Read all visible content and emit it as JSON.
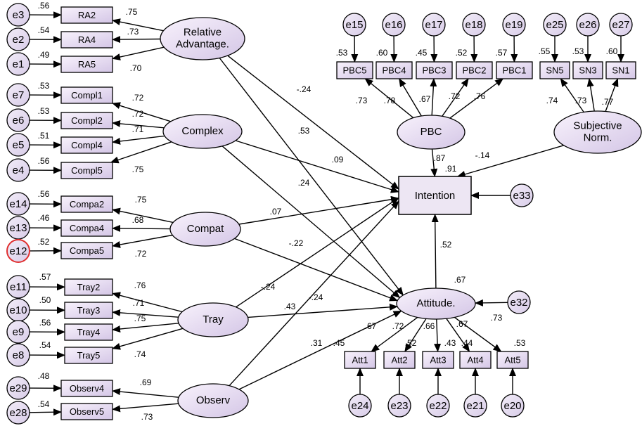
{
  "colors": {
    "background": "#ffffff",
    "stroke": "#000000",
    "node_fill_light": "#f6eefa",
    "node_fill_dark": "#d8cbe8",
    "error_fill": "#e6dcf0",
    "highlight_error_stroke": "#e03030"
  },
  "errors": {
    "e1": "e1",
    "e2": "e2",
    "e3": "e3",
    "e4": "e4",
    "e5": "e5",
    "e6": "e6",
    "e7": "e7",
    "e8": "e8",
    "e9": "e9",
    "e10": "e10",
    "e11": "e11",
    "e12": "e12",
    "e13": "e13",
    "e14": "e14",
    "e15": "e15",
    "e16": "e16",
    "e17": "e17",
    "e18": "e18",
    "e19": "e19",
    "e20": "e20",
    "e21": "e21",
    "e22": "e22",
    "e23": "e23",
    "e24": "e24",
    "e25": "e25",
    "e26": "e26",
    "e27": "e27",
    "e28": "e28",
    "e29": "e29",
    "e32": "e32",
    "e33": "e33"
  },
  "indicators": {
    "RA2": "RA2",
    "RA4": "RA4",
    "RA5": "RA5",
    "Compl1": "Compl1",
    "Compl2": "Compl2",
    "Compl4": "Compl4",
    "Compl5": "Compl5",
    "Compa2": "Compa2",
    "Compa4": "Compa4",
    "Compa5": "Compa5",
    "Tray2": "Tray2",
    "Tray3": "Tray3",
    "Tray4": "Tray4",
    "Tray5": "Tray5",
    "Observ4": "Observ4",
    "Observ5": "Observ5",
    "PBC5": "PBC5",
    "PBC4": "PBC4",
    "PBC3": "PBC3",
    "PBC2": "PBC2",
    "PBC1": "PBC1",
    "SN5": "SN5",
    "SN3": "SN3",
    "SN1": "SN1",
    "Att1": "Att1",
    "Att2": "Att2",
    "Att3": "Att3",
    "Att4": "Att4",
    "Att5": "Att5",
    "Intention": "Intention"
  },
  "latents": {
    "RelAdv": [
      "Relative",
      "Advantage."
    ],
    "Complex": [
      "Complex"
    ],
    "Compat": [
      "Compat"
    ],
    "Tray": [
      "Tray"
    ],
    "Observ": [
      "Observ"
    ],
    "PBC": [
      "PBC"
    ],
    "SubjNorm": [
      "Subjective",
      "Norm."
    ],
    "Attitude": [
      "Attitude."
    ]
  },
  "coefficients": {
    "r2_RA2": ".56",
    "r2_RA4": ".54",
    "r2_RA5": ".49",
    "l_RA2": ".75",
    "l_RA4": ".73",
    "l_RA5": ".70",
    "r2_Compl1": ".53",
    "r2_Compl2": ".53",
    "r2_Compl4": ".51",
    "r2_Compl5": ".56",
    "l_Compl1": ".72",
    "l_Compl2": ".72",
    "l_Compl4": ".71",
    "l_Compl5": ".75",
    "r2_Compa2": ".56",
    "r2_Compa4": ".46",
    "r2_Compa5": ".52",
    "l_Compa2": ".75",
    "l_Compa4": ".68",
    "l_Compa5": ".72",
    "r2_Tray2": ".57",
    "r2_Tray3": ".50",
    "r2_Tray4": ".56",
    "r2_Tray5": ".54",
    "l_Tray2": ".76",
    "l_Tray3": ".71",
    "l_Tray4": ".75",
    "l_Tray5": ".74",
    "r2_Observ4": ".48",
    "r2_Observ5": ".54",
    "l_Observ4": ".69",
    "l_Observ5": ".73",
    "r2_PBC5": ".53",
    "r2_PBC4": ".60",
    "r2_PBC3": ".45",
    "r2_PBC2": ".52",
    "r2_PBC1": ".57",
    "l_PBC5": ".73",
    "l_PBC4": ".78",
    "l_PBC3": ".67",
    "l_PBC2": ".72",
    "l_PBC1": ".76",
    "r2_SN5": ".55",
    "r2_SN3": ".53",
    "r2_SN1": ".60",
    "l_SN5": ".74",
    "l_SN3": ".73",
    "l_SN1": ".77",
    "r2_Att1": ".45",
    "r2_Att2": ".52",
    "r2_Att3": ".43",
    "r2_Att4": ".44",
    "r2_Att5": ".53",
    "l_Att1": ".67",
    "l_Att2": ".72",
    "l_Att3": ".66",
    "l_Att4": ".67",
    "l_Att5": ".73",
    "p_RA_Int": "-.24",
    "p_RA_Att": ".53",
    "p_Complex_Int": ".09",
    "p_Complex_Att": ".24",
    "p_Compat_Int": ".07",
    "p_Compat_Att": "-.22",
    "p_Tray_Int": "-.24",
    "p_Tray_Att": ".43",
    "p_Observ_Int": "-.24",
    "p_Observ_Att": ".31",
    "p_PBC_Int": ".87",
    "p_SN_Int": "-.14",
    "p_Att_Int": ".52",
    "r2_Intention": ".91",
    "r2_Attitude": ".67"
  }
}
